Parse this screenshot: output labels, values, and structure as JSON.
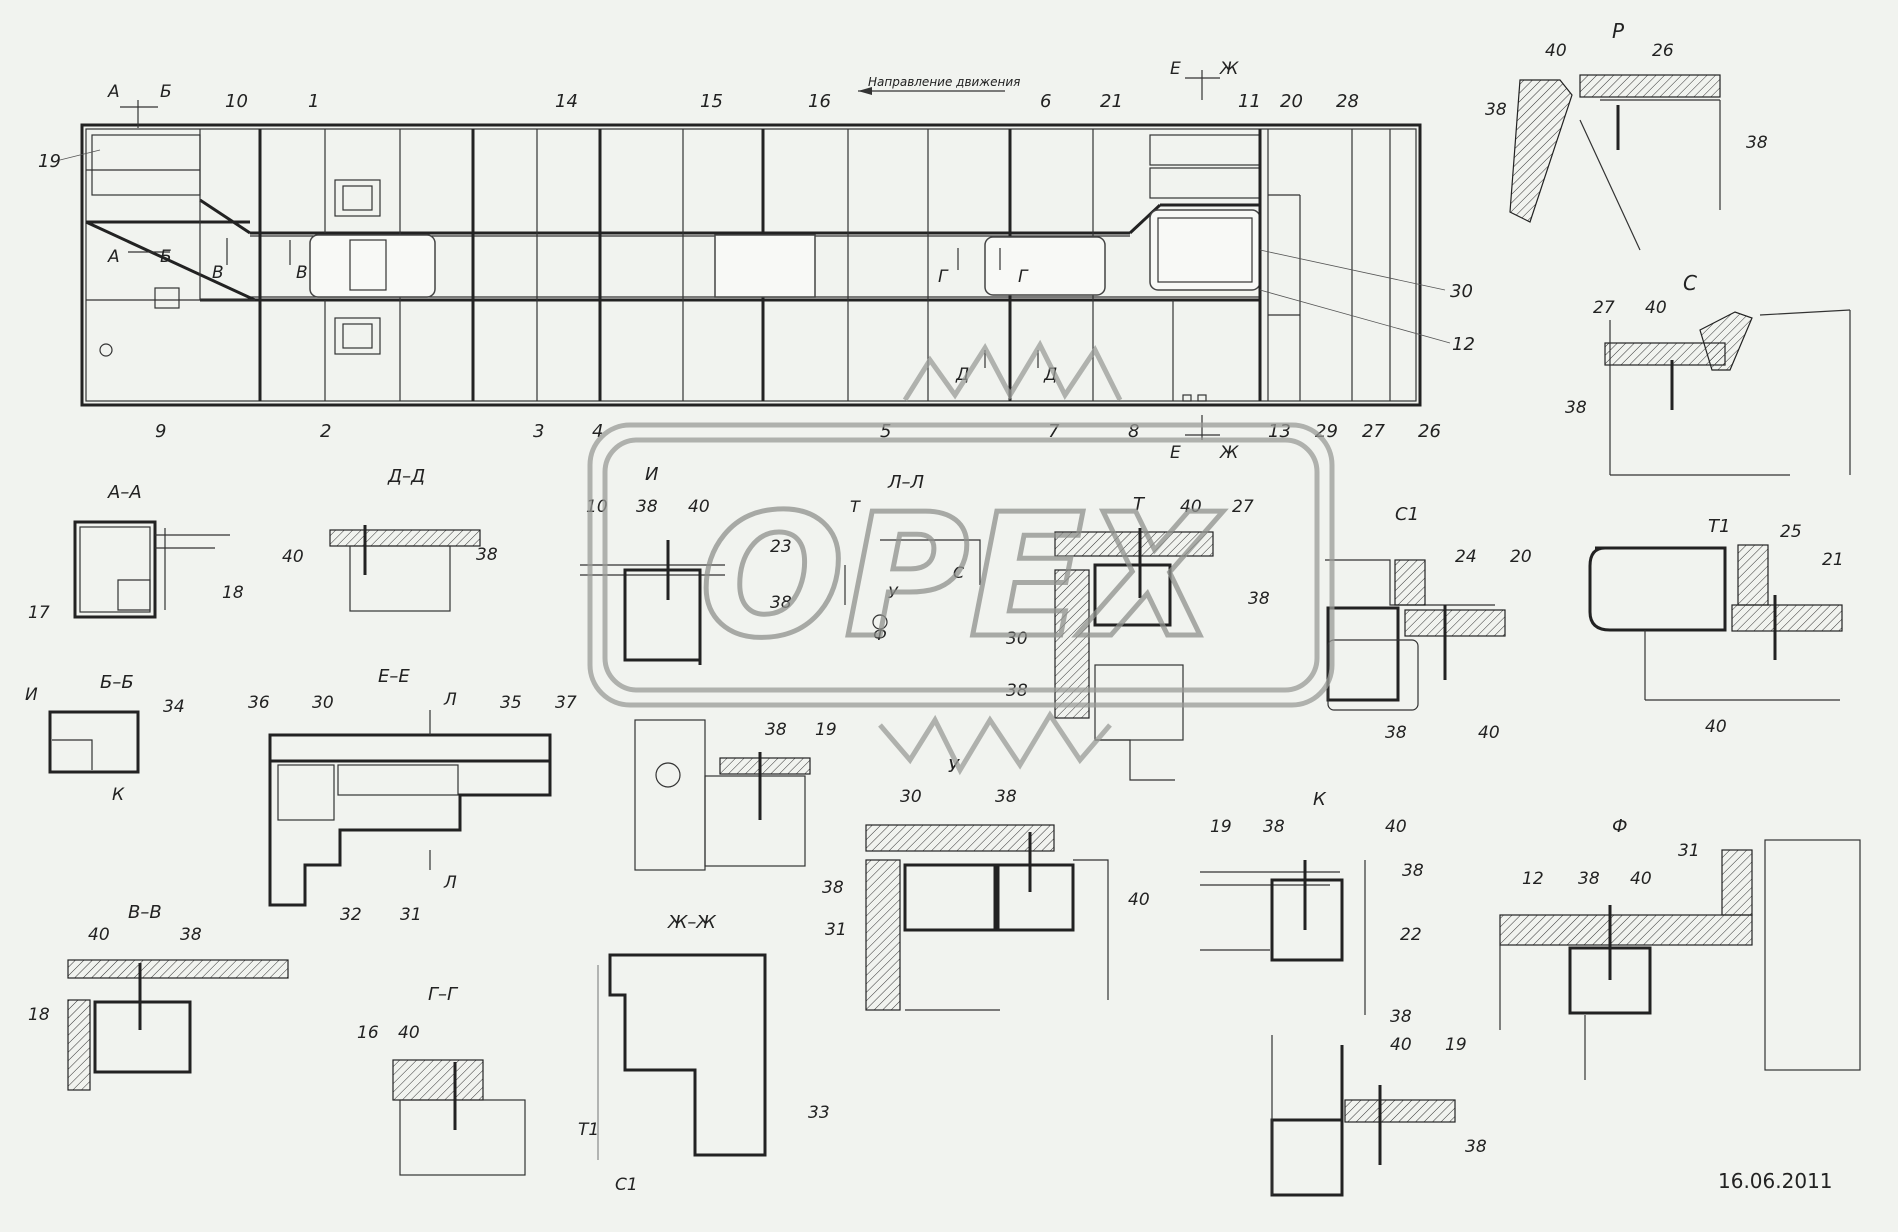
{
  "direction_label": "Направление движения",
  "date": "16.06.2011",
  "watermark": "ОРЕХ",
  "section_labels": {
    "AA": "А–А",
    "BB": "Б–Б",
    "VV": "В–В",
    "GG": "Г–Г",
    "DD": "Д–Д",
    "EE": "Е–Е",
    "ZhZh": "Ж–Ж",
    "LL": "Л–Л",
    "I": "И",
    "T": "Т",
    "K": "К",
    "F": "Ф",
    "R": "Р",
    "S": "С",
    "S1": "С1",
    "T1": "Т1"
  },
  "cut_letters": {
    "A": "А",
    "B": "Б",
    "V": "В",
    "G": "Г",
    "D": "Д",
    "E": "Е",
    "Zh": "Ж",
    "L": "Л",
    "U": "У",
    "F": "Ф",
    "S": "С",
    "T": "Т",
    "I": "И",
    "K": "К",
    "T1": "Т1",
    "S1": "С1"
  },
  "parts": {
    "p1": "1",
    "p2": "2",
    "p3": "3",
    "p4": "4",
    "p5": "5",
    "p6": "6",
    "p7": "7",
    "p8": "8",
    "p9": "9",
    "p10": "10",
    "p11": "11",
    "p12": "12",
    "p13": "13",
    "p14": "14",
    "p15": "15",
    "p16": "16",
    "p17": "17",
    "p18": "18",
    "p19": "19",
    "p20": "20",
    "p21": "21",
    "p22": "22",
    "p23": "23",
    "p24": "24",
    "p25": "25",
    "p26": "26",
    "p27": "27",
    "p28": "28",
    "p29": "29",
    "p30": "30",
    "p31": "31",
    "p32": "32",
    "p33": "33",
    "p34": "34",
    "p35": "35",
    "p36": "36",
    "p37": "37",
    "p38": "38",
    "p40": "40"
  }
}
